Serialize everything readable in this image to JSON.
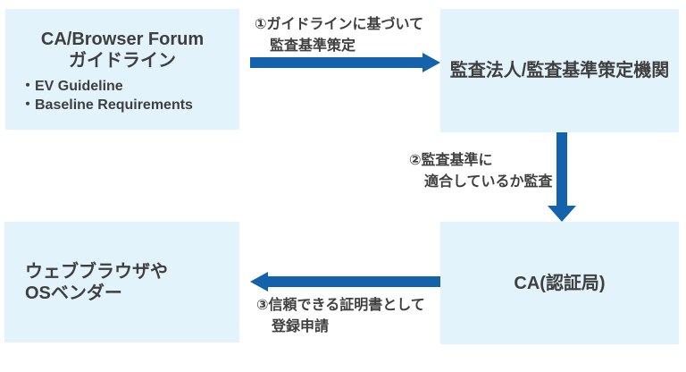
{
  "colors": {
    "box_bg": "#e2f3fc",
    "arrow": "#1562ac",
    "text": "#3f3f3f",
    "page_bg": "#ffffff"
  },
  "nodes": {
    "guideline": {
      "title_line1": "CA/Browser Forum",
      "title_line2": "ガイドライン",
      "bullets": [
        "・EV Guideline",
        "・Baseline Requirements"
      ]
    },
    "auditor": {
      "label": "監査法人/監査基準策定機関"
    },
    "browser": {
      "label_line1": "ウェブブラウザや",
      "label_line2": "OSベンダー"
    },
    "ca": {
      "label": "CA(認証局)"
    }
  },
  "arrows": {
    "step1": {
      "direction": "right",
      "label_line1": "①ガイドラインに基づいて",
      "label_line2": "監査基準策定"
    },
    "step2": {
      "direction": "down",
      "label_line1": "②監査基準に",
      "label_line2": "適合しているか監査"
    },
    "step3": {
      "direction": "left",
      "label_line1": "③信頼できる証明書として",
      "label_line2": "登録申請"
    }
  }
}
